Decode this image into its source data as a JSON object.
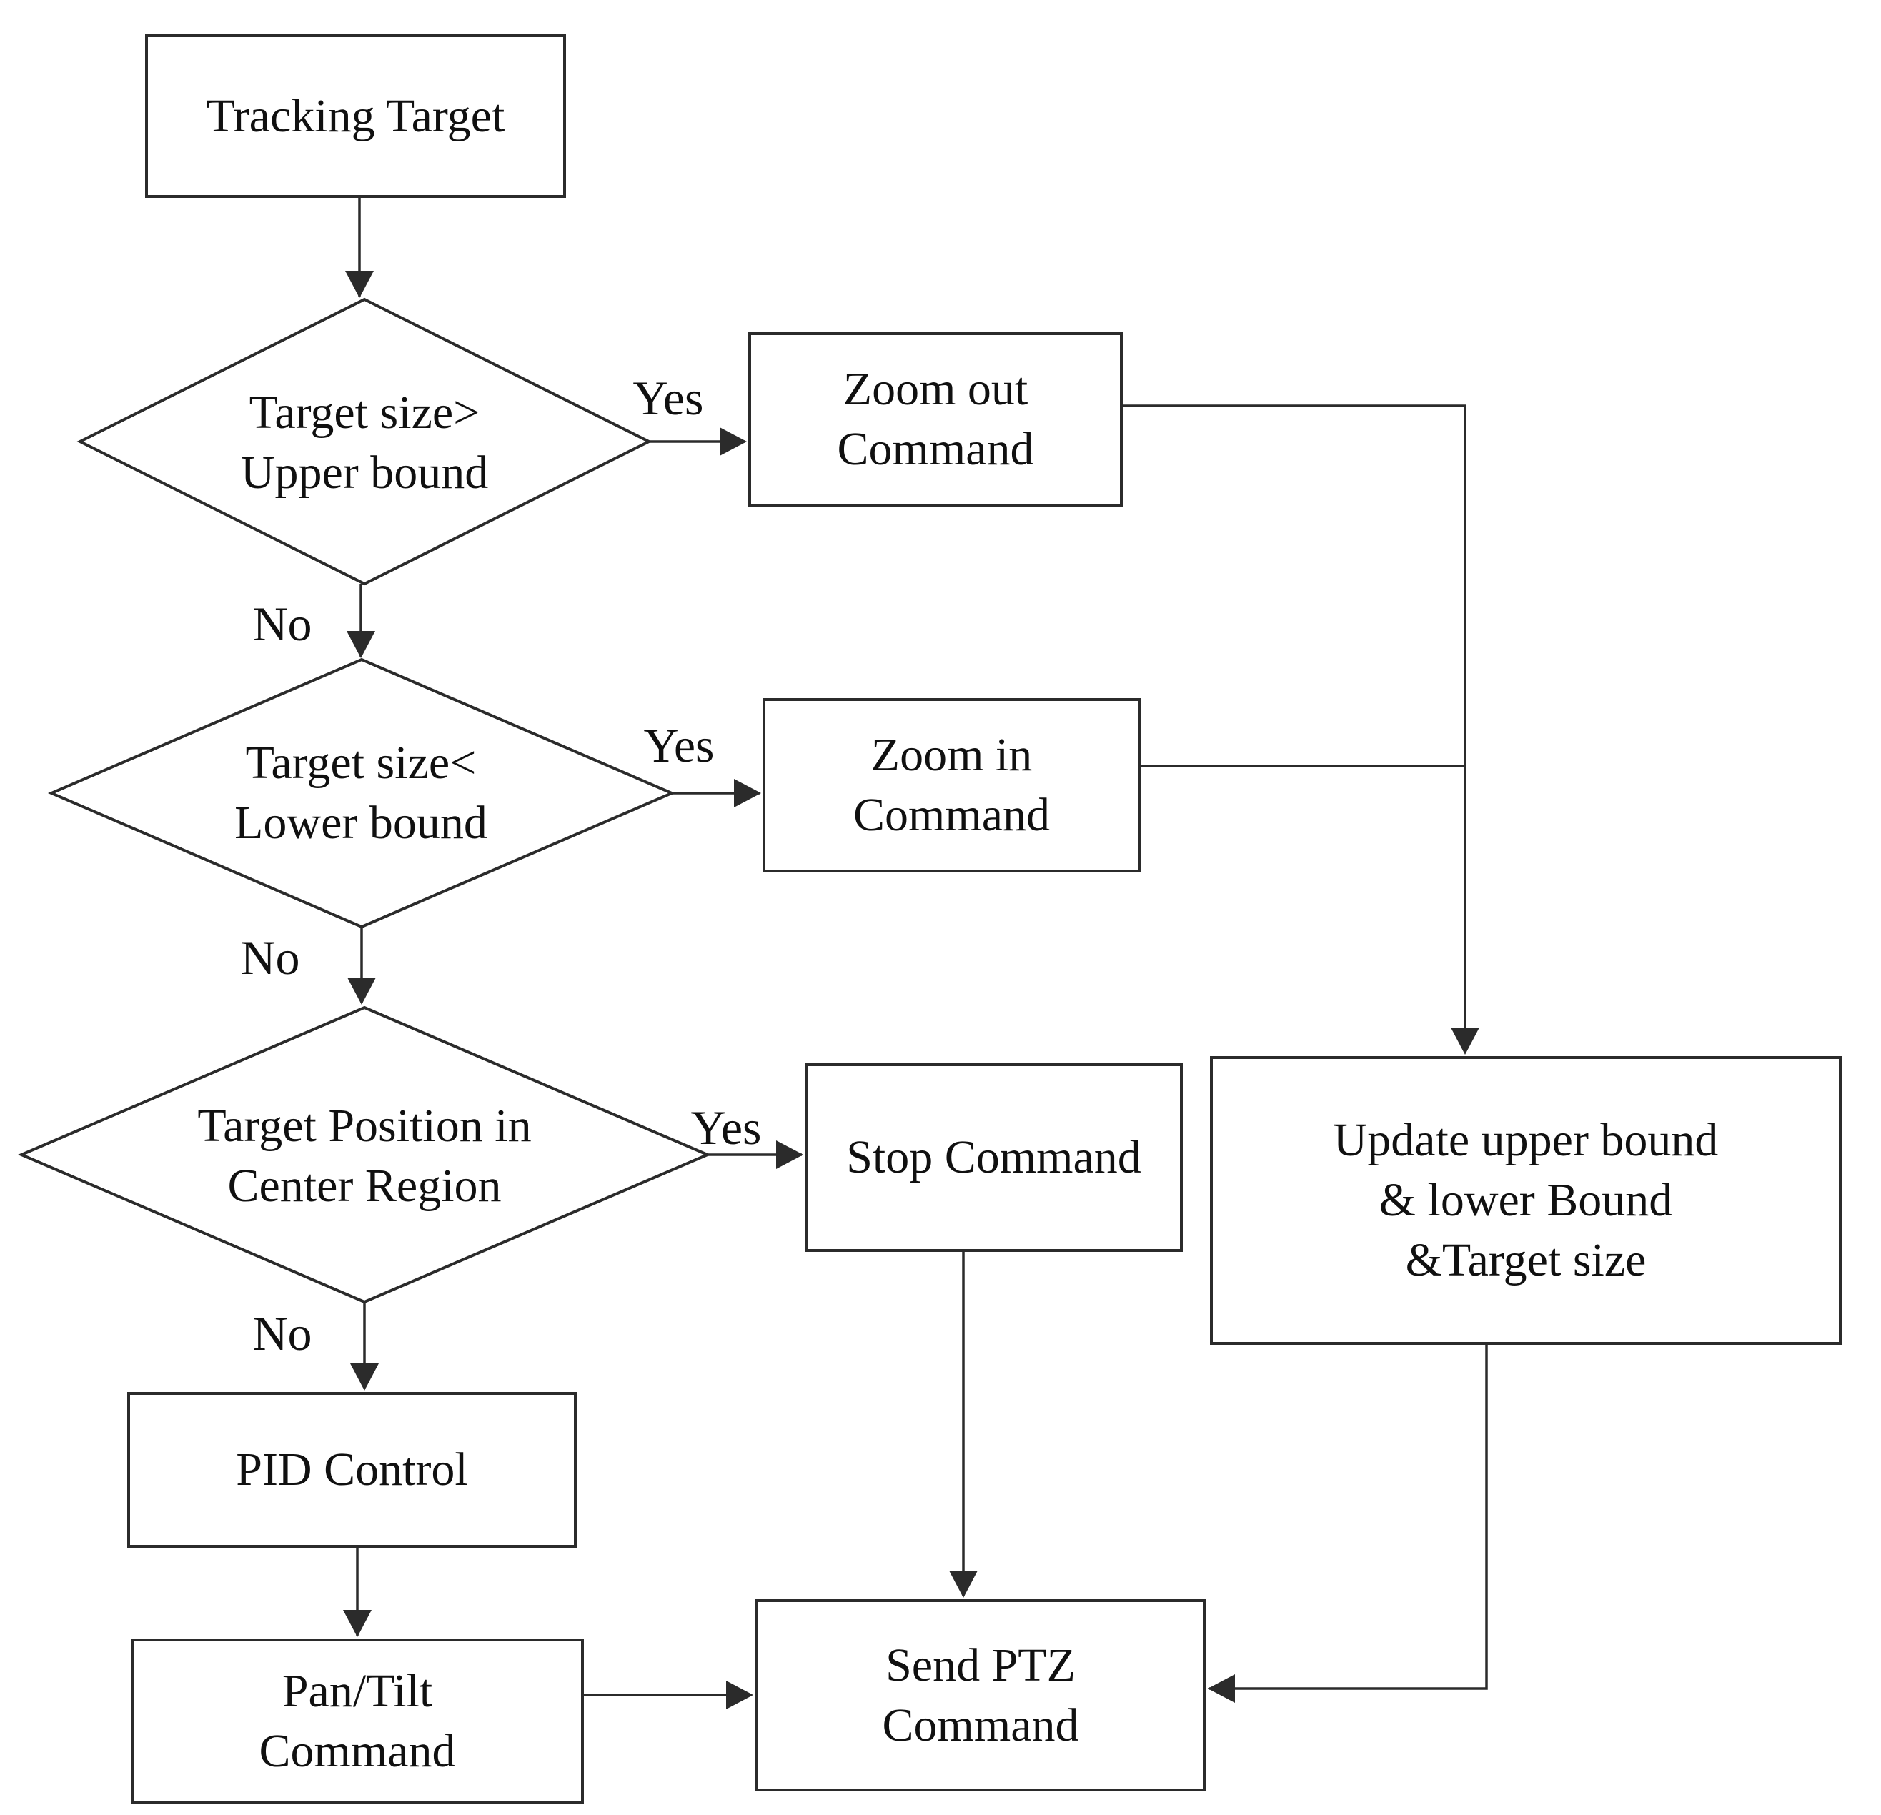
{
  "flowchart": {
    "colors": {
      "background": "#ffffff",
      "stroke": "#2b2b2b",
      "text": "#101010"
    },
    "nodes": {
      "tracking_target": {
        "label": "Tracking Target"
      },
      "decision_target_size_upper": {
        "line1": "Target size>",
        "line2": "Upper bound"
      },
      "zoom_out_command": {
        "line1": "Zoom out",
        "line2": "Command"
      },
      "decision_target_size_lower": {
        "line1": "Target size<",
        "line2": "Lower bound"
      },
      "zoom_in_command": {
        "line1": "Zoom in",
        "line2": "Command"
      },
      "decision_target_position": {
        "line1": "Target Position in",
        "line2": "Center Region"
      },
      "stop_command": {
        "label": "Stop Command"
      },
      "update_bounds": {
        "line1": "Update upper bound",
        "line2": "& lower Bound",
        "line3": "&Target size"
      },
      "pid_control": {
        "label": "PID Control"
      },
      "pan_tilt_command": {
        "line1": "Pan/Tilt",
        "line2": "Command"
      },
      "send_ptz_command": {
        "line1": "Send PTZ",
        "line2": "Command"
      }
    },
    "edge_labels": {
      "upper_yes": "Yes",
      "upper_no": "No",
      "lower_yes": "Yes",
      "lower_no": "No",
      "center_yes": "Yes",
      "center_no": "No"
    }
  }
}
